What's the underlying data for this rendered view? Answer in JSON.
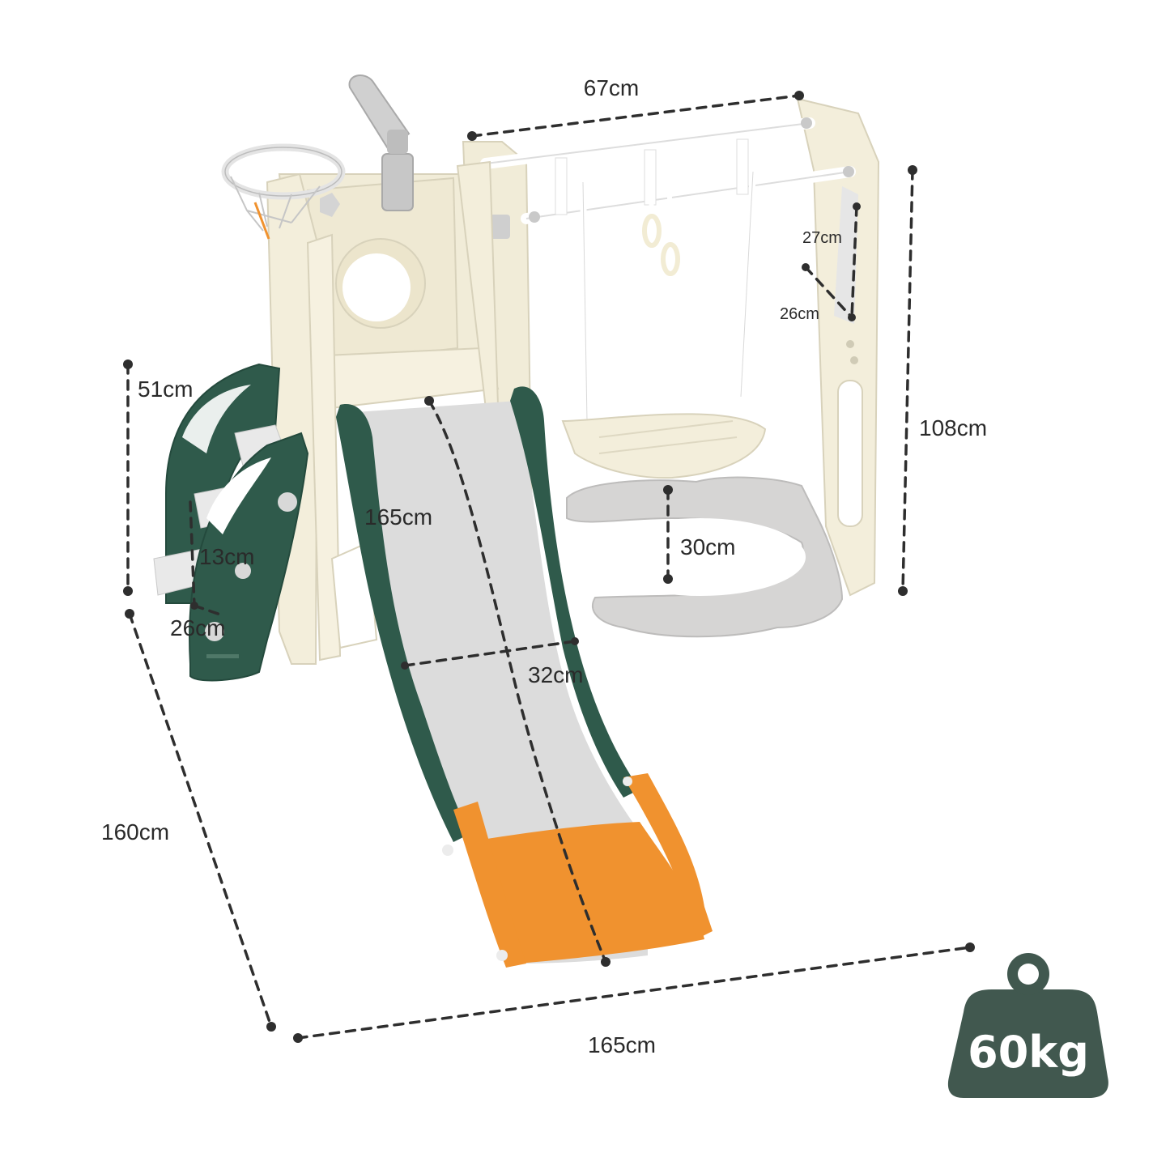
{
  "dimensions": {
    "top_width": "67cm",
    "total_height": "108cm",
    "ladder_rung_gap": "27cm",
    "ladder_rung_width": "26cm",
    "swing_seat_height": "30cm",
    "platform_height": "51cm",
    "stair_step_height": "13cm",
    "stair_step_depth": "26cm",
    "slide_length": "165cm",
    "slide_width": "32cm",
    "base_depth": "160cm",
    "base_width": "165cm"
  },
  "weight": {
    "label": "60kg",
    "icon": "weight-icon"
  },
  "colors": {
    "green": "#2f5a4b",
    "cream": "#f3eedb",
    "grey": "#d4d3d3",
    "orange": "#f0922f"
  }
}
